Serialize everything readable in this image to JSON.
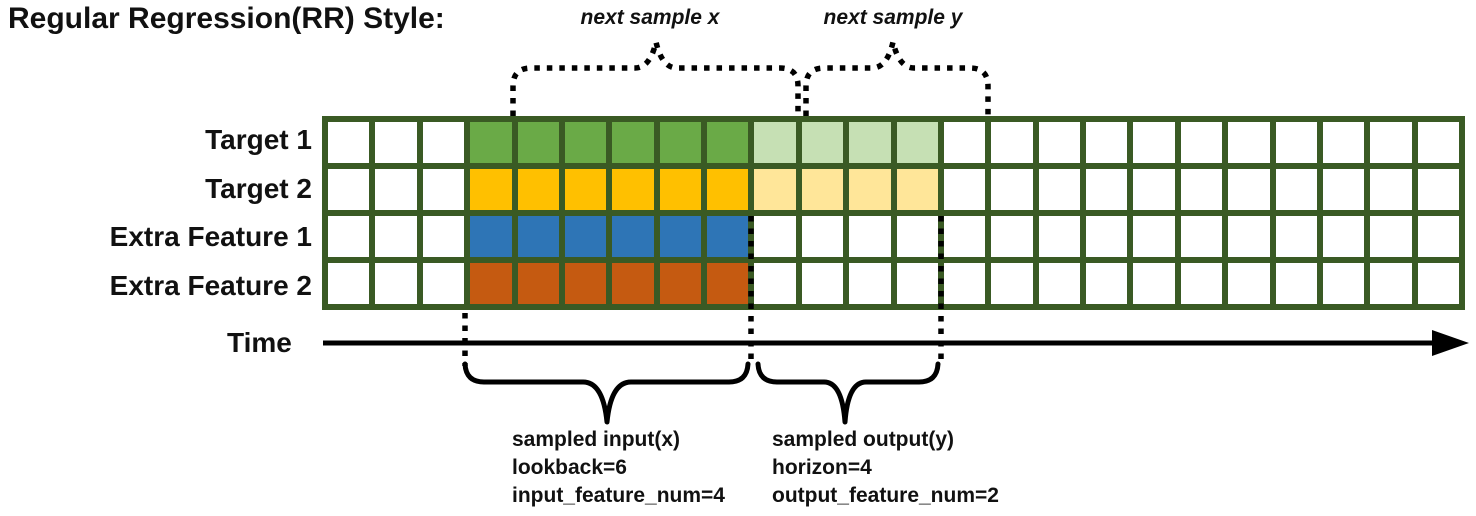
{
  "title": "Regular Regression(RR) Style:",
  "top_annotations": {
    "next_sample_x": "next sample x",
    "next_sample_y": "next sample y"
  },
  "time_axis": {
    "label": "Time"
  },
  "grid": {
    "columns": 24,
    "border_color": "#3a5a24",
    "input_start_col": 4,
    "input_end_col": 9,
    "output_start_col": 10,
    "output_end_col": 13,
    "rows": [
      {
        "label": "Target 1",
        "input_color": "#6aaa47",
        "output_color": "#c6e0b4"
      },
      {
        "label": "Target 2",
        "input_color": "#ffc000",
        "output_color": "#ffe699"
      },
      {
        "label": "Extra Feature 1",
        "input_color": "#2e75b6",
        "output_color": null
      },
      {
        "label": "Extra Feature 2",
        "input_color": "#c55a11",
        "output_color": null
      }
    ]
  },
  "bottom_annotations": {
    "input": {
      "lines": [
        "sampled input(x)",
        "lookback=6",
        "input_feature_num=4"
      ]
    },
    "output": {
      "lines": [
        "sampled output(y)",
        "horizon=4",
        "output_feature_num=2"
      ]
    }
  },
  "params": {
    "lookback": 6,
    "horizon": 4,
    "input_feature_num": 4,
    "output_feature_num": 2
  }
}
